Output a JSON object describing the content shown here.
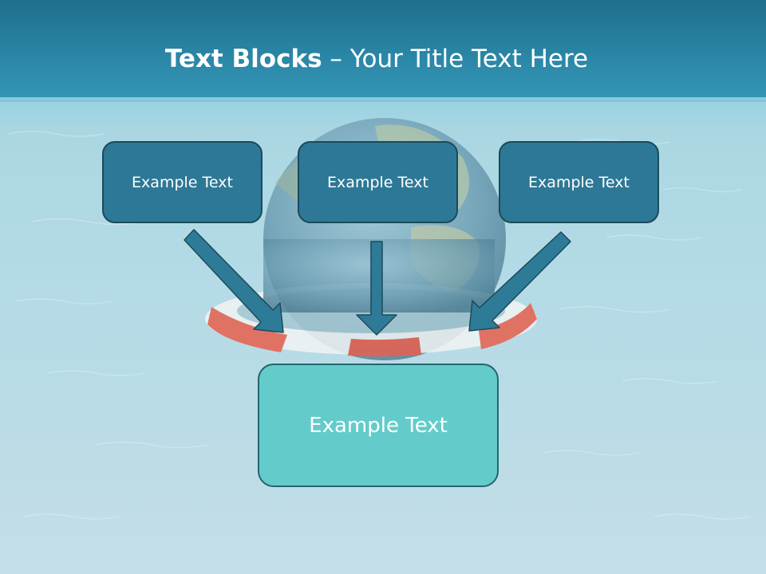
{
  "slide": {
    "title_bold": "Text Blocks",
    "title_rest": " – Your Title Text Here"
  },
  "blocks": {
    "top_left": "Example Text",
    "top_center": "Example Text",
    "top_right": "Example Text",
    "bottom_center": "Example Text"
  },
  "colors": {
    "sky": "#2a86a6",
    "water": "#b4dbe6",
    "block_fill": "#2d7896",
    "block_border": "#1b4a5a",
    "center_fill": "#63cccb",
    "arrow_fill": "#2e7b98",
    "lifebuoy_red": "#e8604e"
  },
  "icons": {
    "background": "earth-globe-on-lifebuoy-image",
    "arrows": "down-arrow-icon"
  }
}
